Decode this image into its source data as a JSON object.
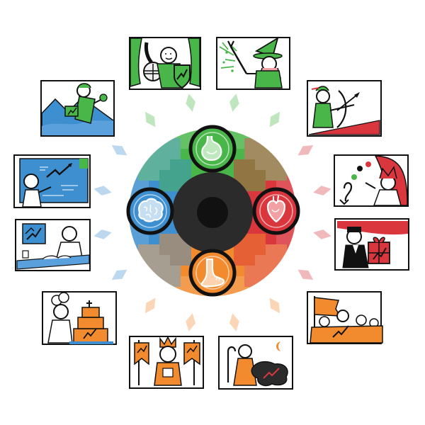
{
  "colors": {
    "green": "#49b649",
    "red": "#d9363e",
    "blue": "#3d8fd0",
    "orange": "#f28a2e",
    "dark": "#2b2b2b",
    "ink": "#111111"
  },
  "hub": {
    "top_icon": "stomach-icon",
    "right_icon": "heart-icon",
    "bottom_icon": "foot-icon",
    "left_icon": "brain-icon"
  },
  "panels": [
    {
      "name": "knight-with-shield",
      "theme": "green"
    },
    {
      "name": "wizard-casting-sparks",
      "theme": "green"
    },
    {
      "name": "mountain-climber",
      "theme": "green"
    },
    {
      "name": "archer-with-bow",
      "theme": "red"
    },
    {
      "name": "teacher-at-blackboard",
      "theme": "blue"
    },
    {
      "name": "jester-juggling",
      "theme": "red"
    },
    {
      "name": "scholar-at-desk",
      "theme": "blue"
    },
    {
      "name": "gentleman-with-gift",
      "theme": "red"
    },
    {
      "name": "chef-with-cake",
      "theme": "blue"
    },
    {
      "name": "flag-bearer-with-crowd",
      "theme": "orange"
    },
    {
      "name": "king-with-banners",
      "theme": "orange"
    },
    {
      "name": "shepherd-with-sheep",
      "theme": "orange"
    }
  ]
}
